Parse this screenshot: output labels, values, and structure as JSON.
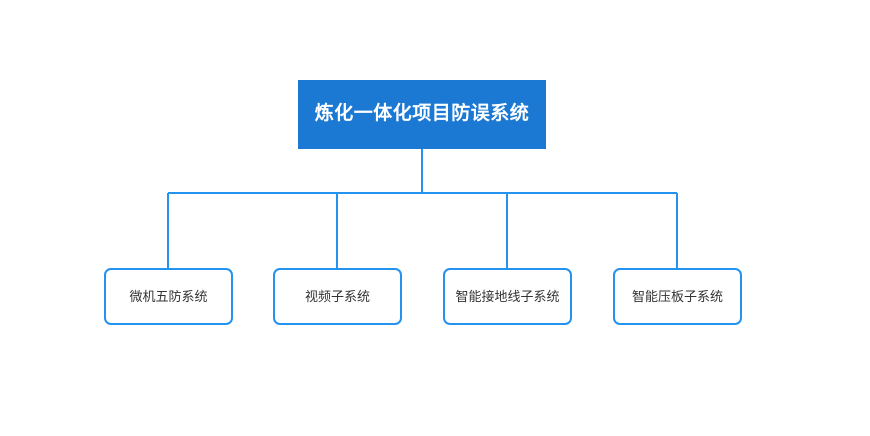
{
  "diagram": {
    "type": "organization-tree",
    "background_color": "#ffffff",
    "root": {
      "label": "炼化一体化项目防误系统",
      "fill_color": "#1b79d3",
      "text_color": "#ffffff"
    },
    "connector": {
      "color": "#2492ef",
      "stroke_width": 2,
      "style": "orthogonal-elbow"
    },
    "children": [
      {
        "label": "微机五防系统",
        "fill_color": "#ffffff",
        "border_color": "#2492ef",
        "text_color": "#333333"
      },
      {
        "label": "视频子系统",
        "fill_color": "#ffffff",
        "border_color": "#2492ef",
        "text_color": "#333333"
      },
      {
        "label": "智能接地线子系统",
        "fill_color": "#ffffff",
        "border_color": "#2492ef",
        "text_color": "#333333"
      },
      {
        "label": "智能压板子系统",
        "fill_color": "#ffffff",
        "border_color": "#2492ef",
        "text_color": "#333333"
      }
    ]
  }
}
